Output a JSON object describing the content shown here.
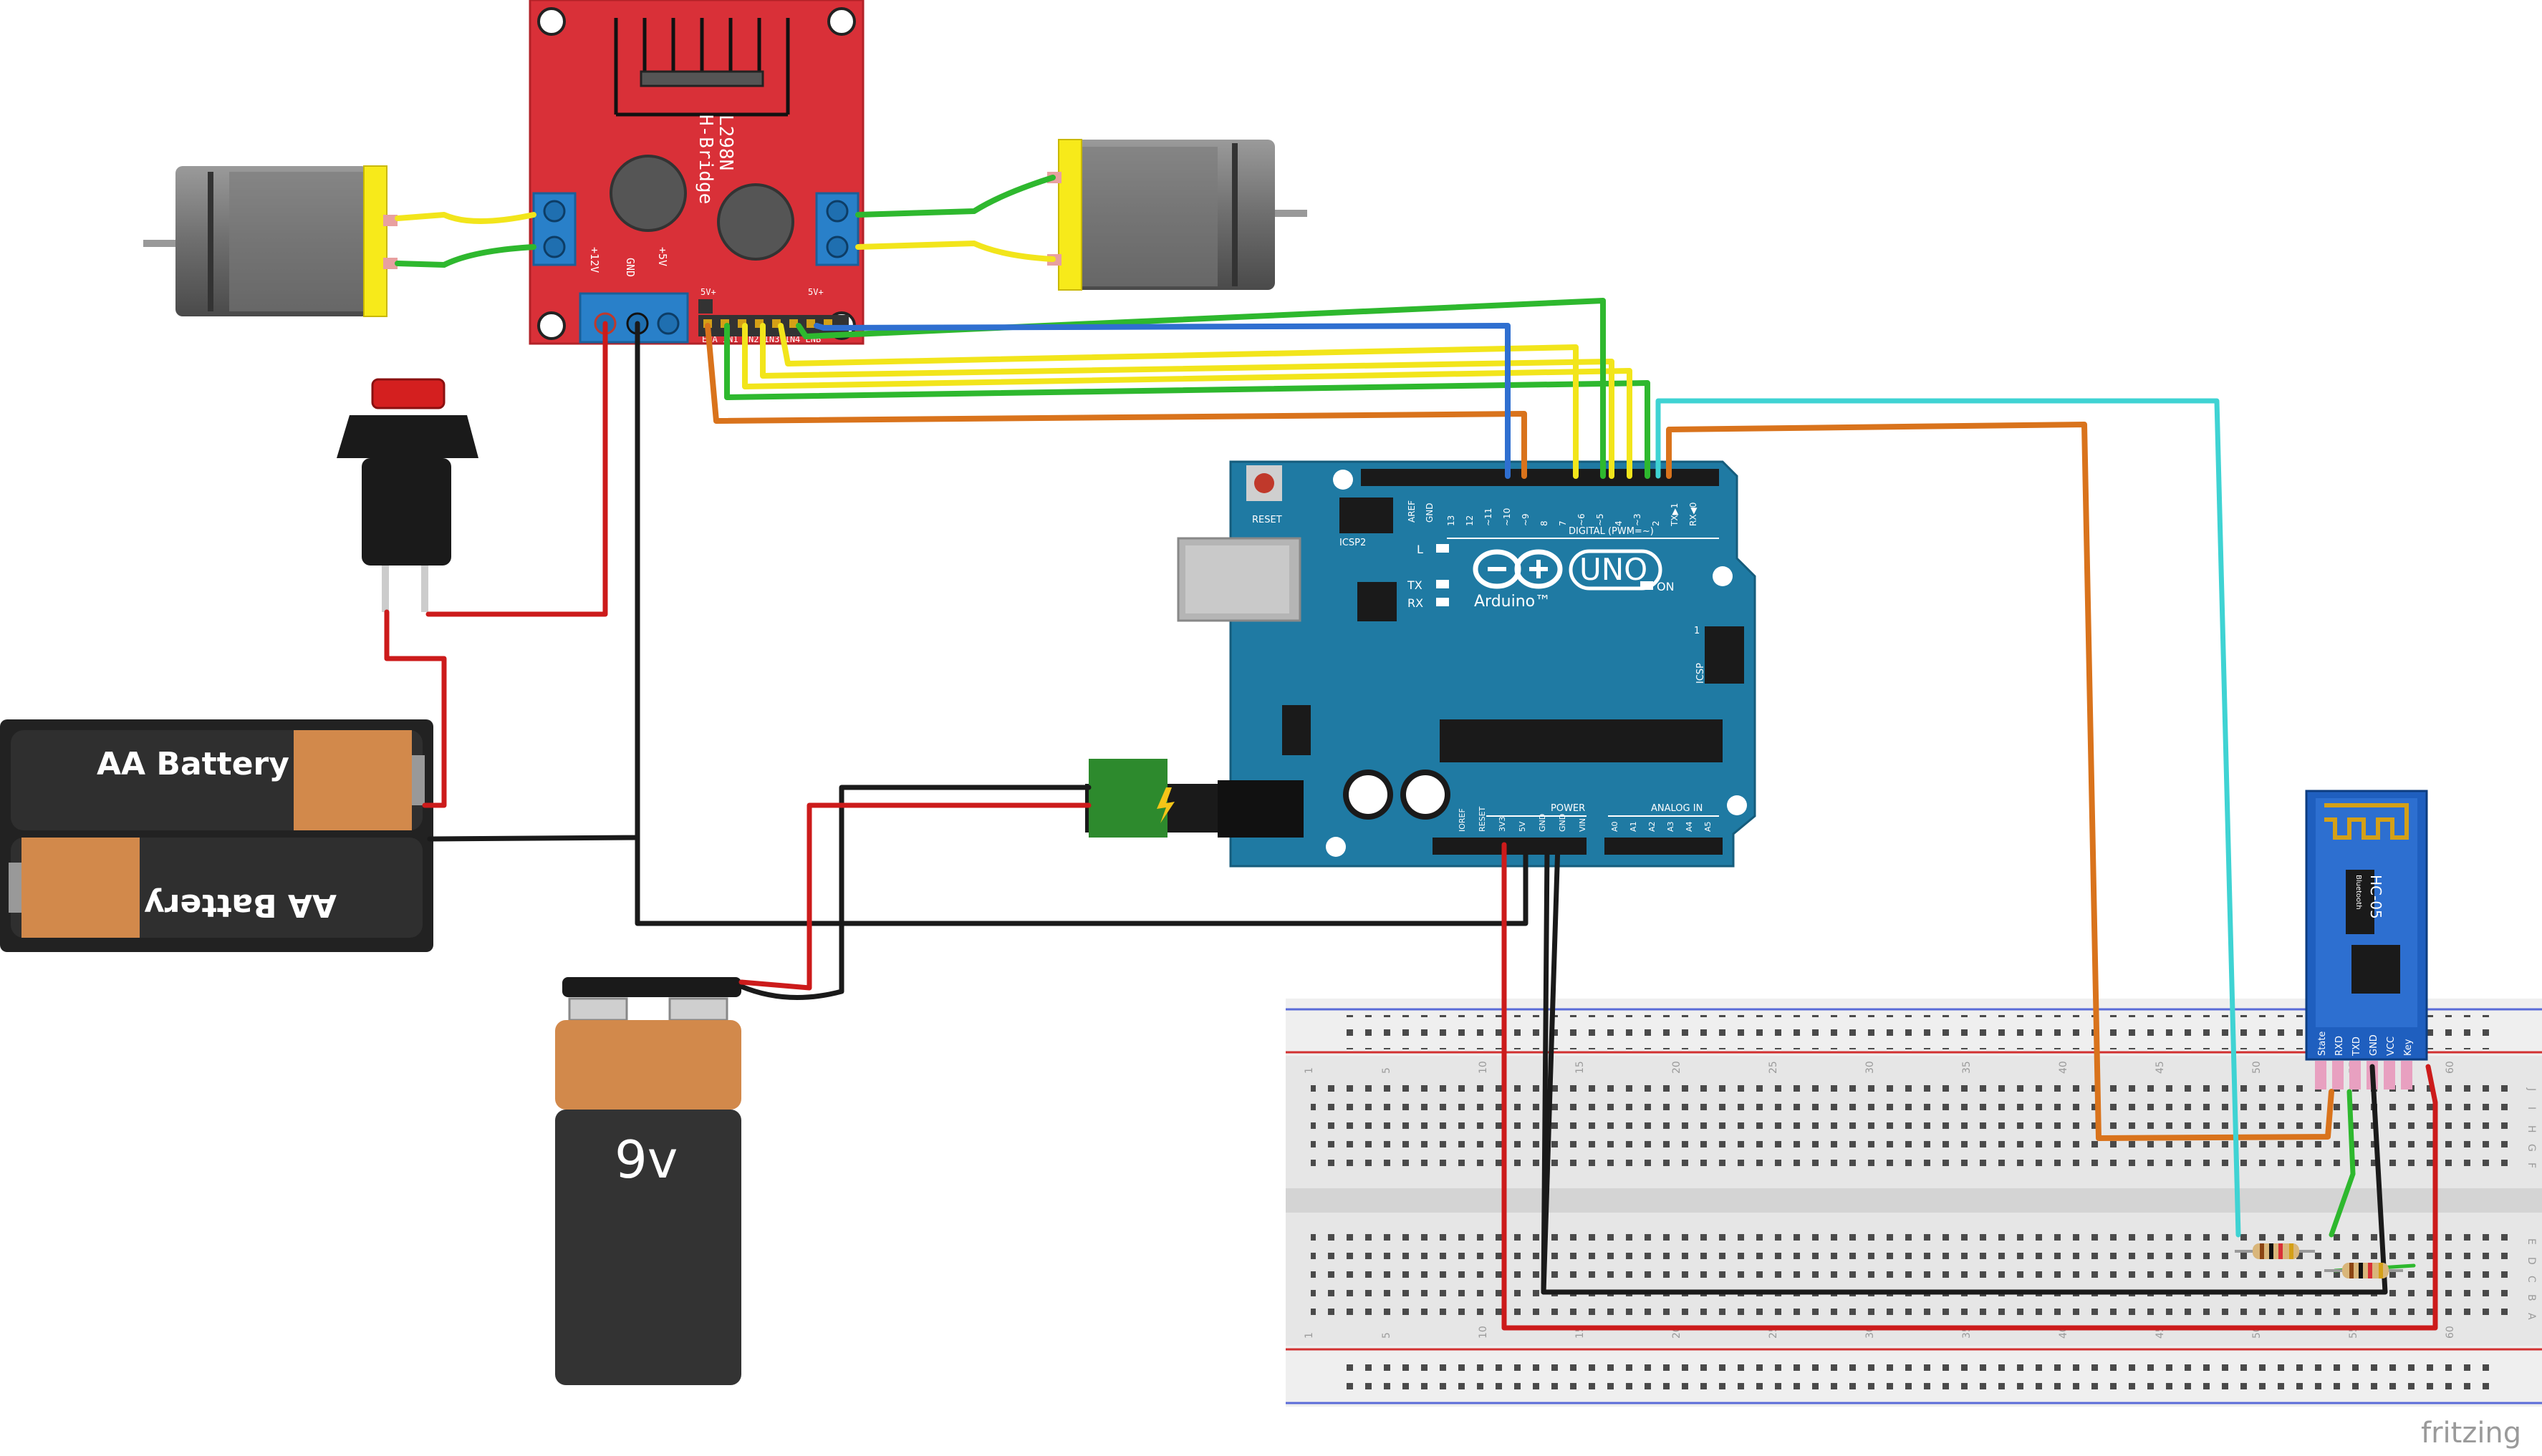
{
  "l298n": {
    "title_line1": "L298N",
    "title_line2": "H-Bridge",
    "label_12v": "+12V",
    "label_gnd": "GND",
    "label_5v": "+5V",
    "label_5vena": "5V+",
    "label_5venb": "5V+",
    "label_inputs": "ENA IN1 IN2 IN3 IN4 ENB"
  },
  "arduino": {
    "reset_label": "RESET",
    "icsp2_label": "ICSP2",
    "digital_label": "DIGITAL (PWM=~)",
    "aref_label": "AREF",
    "gnd_label": "GND",
    "digital_pins": [
      "13",
      "12",
      "~11",
      "~10",
      "~9",
      "8",
      "7",
      "~6",
      "~5",
      "4",
      "~3",
      "2",
      "TX▶1",
      "RX◀0"
    ],
    "led_l": "L",
    "led_tx": "TX",
    "led_rx": "RX",
    "led_on": "ON",
    "brand": "Arduino™",
    "model": "UNO",
    "icsp_label": "ICSP",
    "icsp_1": "1",
    "power_label": "POWER",
    "analog_label": "ANALOG IN",
    "power_pins": [
      "IOREF",
      "RESET",
      "3V3",
      "5V",
      "GND",
      "GND",
      "VIN"
    ],
    "analog_pins": [
      "A0",
      "A1",
      "A2",
      "A3",
      "A4",
      "A5"
    ]
  },
  "battery_aa": {
    "label_top": "AA Battery",
    "label_bottom": "AA Battery"
  },
  "battery_9v": {
    "label": "9v"
  },
  "bluetooth": {
    "model": "HC-05",
    "sub": "Bluetooth",
    "pins": [
      "State",
      "RXD",
      "TXD",
      "GND",
      "VCC",
      "Key"
    ]
  },
  "breadboard": {
    "col_numbers": [
      "1",
      "5",
      "10",
      "15",
      "20",
      "25",
      "30",
      "35",
      "40",
      "45",
      "50",
      "55",
      "60"
    ],
    "row_letters": [
      "J",
      "I",
      "H",
      "G",
      "F",
      "E",
      "D",
      "C",
      "B",
      "A"
    ]
  },
  "watermark": "fritzing",
  "colors": {
    "red_wire": "#cc1b1b",
    "black_wire": "#1a1a1a",
    "green_wire": "#2eb82e",
    "yellow_wire": "#f2e51b",
    "blue_wire": "#2f6fd0",
    "orange_wire": "#d9731c",
    "cyan_wire": "#3fd3d3",
    "l298n_board": "#d93038",
    "arduino_board": "#1f7aa3",
    "bt_board": "#1f5fbf"
  }
}
